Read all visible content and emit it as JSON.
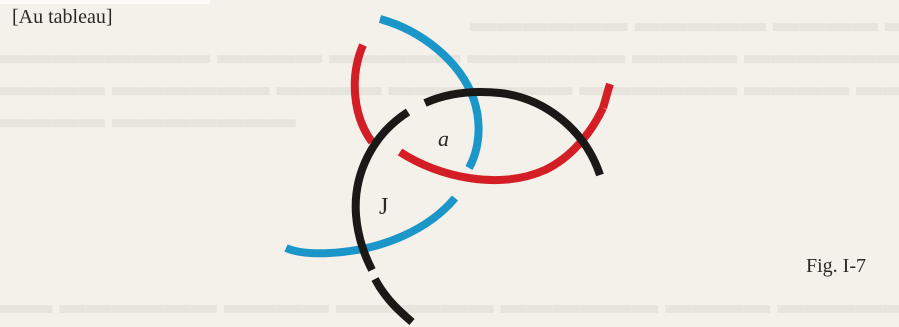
{
  "annotation": {
    "board_note": "[Au tableau]"
  },
  "figure": {
    "label": "Fig. I-7",
    "letter_a": "a",
    "letter_j": "J"
  },
  "colors": {
    "blue": "#1a96c8",
    "red": "#d41e26",
    "black": "#1a1918",
    "paper": "#f4f1ea",
    "ink": "#2b2824"
  }
}
